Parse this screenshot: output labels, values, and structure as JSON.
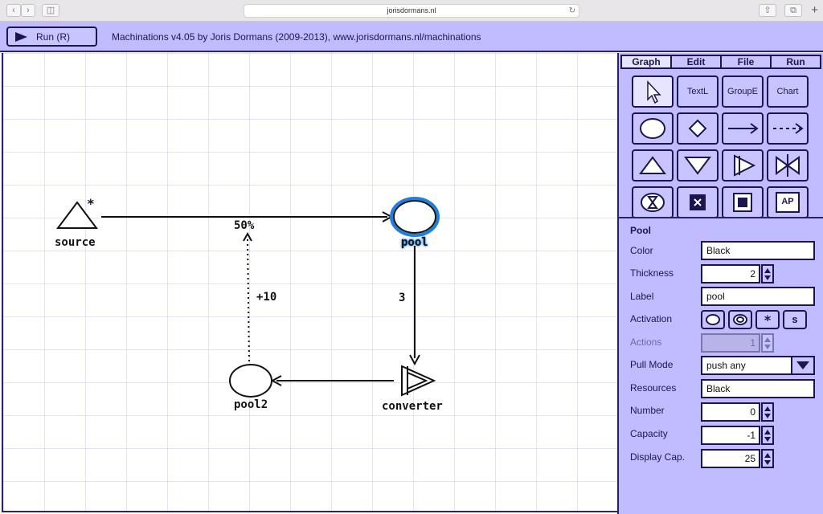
{
  "browser": {
    "url": "jorisdormans.nl"
  },
  "header": {
    "run_label": "Run (R)",
    "title": "Machinations v4.05 by Joris Dormans (2009-2013), www.jorisdormans.nl/machinations"
  },
  "diagram": {
    "source_label": "source",
    "source_marker": "*",
    "pool_label": "pool",
    "pool2_label": "pool2",
    "converter_label": "converter",
    "edge_source_pool_label": "50%",
    "edge_pool_converter_label": "3",
    "edge_state_label": "+10",
    "selection_color": "#1e7fe0"
  },
  "tabs": [
    {
      "label": "Graph",
      "active": true
    },
    {
      "label": "Edit",
      "active": false
    },
    {
      "label": "File",
      "active": false
    },
    {
      "label": "Run",
      "active": false
    }
  ],
  "tools": {
    "text_label": "TextL",
    "group_label": "GroupE",
    "chart_label": "Chart",
    "ap_label": "AP",
    "icons": [
      "pointer-icon",
      "text-label-icon",
      "group-box-icon",
      "chart-icon",
      "pool-icon",
      "gate-icon",
      "resource-connection-icon",
      "state-connection-icon",
      "source-icon",
      "drain-icon",
      "converter-icon",
      "trader-icon",
      "delay-icon",
      "end-condition-icon",
      "register-icon",
      "artificial-player-icon"
    ]
  },
  "properties": {
    "title": "Pool",
    "color_label": "Color",
    "color_value": "Black",
    "thickness_label": "Thickness",
    "thickness_value": "2",
    "label_label": "Label",
    "label_value": "pool",
    "activation_label": "Activation",
    "activation_s": "s",
    "actions_label": "Actions",
    "actions_value": "1",
    "pull_mode_label": "Pull Mode",
    "pull_mode_value": "push any",
    "resources_label": "Resources",
    "resources_value": "Black",
    "number_label": "Number",
    "number_value": "0",
    "capacity_label": "Capacity",
    "capacity_value": "-1",
    "display_cap_label": "Display Cap.",
    "display_cap_value": "25"
  },
  "colors": {
    "panel": "#c0bcff",
    "accent": "#1c1650",
    "grid": "#c8c6e8"
  }
}
